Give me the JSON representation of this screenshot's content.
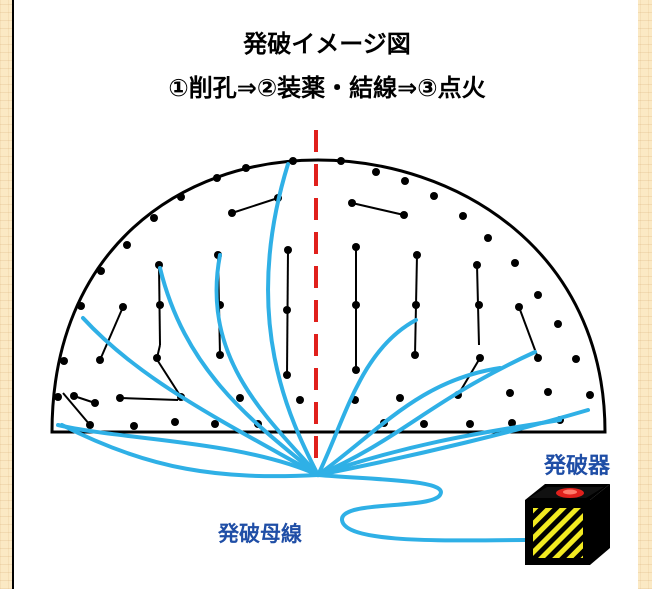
{
  "title_line1": "発破イメージ図",
  "title_line2": "①削孔⇒②装薬・結線⇒③点火",
  "label_blasting_device": "発破器",
  "label_main_wire": "発破母線",
  "colors": {
    "wire": "#2fb0e6",
    "center_line": "#e0201c",
    "label": "#1f4ea6",
    "device_yellow": "#f2ea21",
    "device_black": "#000000",
    "device_red": "#e0201c"
  },
  "icons": [
    "blasting-device-icon"
  ]
}
